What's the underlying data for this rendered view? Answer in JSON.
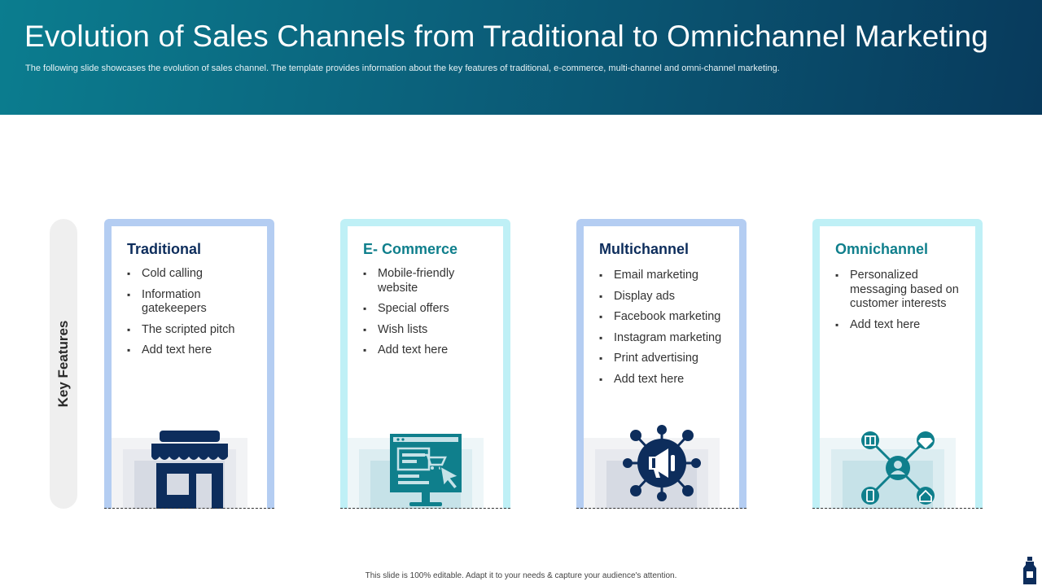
{
  "header": {
    "title": "Evolution of Sales Channels from Traditional to Omnichannel Marketing",
    "subtitle": "The following slide showcases the evolution of sales channel. The template provides information about the key features of traditional, e-commerce, multi-channel and omni-channel marketing."
  },
  "side_label": "Key Features",
  "cards": [
    {
      "title": "Traditional",
      "icon": "storefront-icon",
      "items": [
        "Cold calling",
        "Information gatekeepers",
        "The scripted pitch",
        "Add text here"
      ]
    },
    {
      "title": "E- Commerce",
      "icon": "online-shopping-monitor-icon",
      "items": [
        "Mobile-friendly website",
        "Special offers",
        "Wish lists",
        "Add text here"
      ]
    },
    {
      "title": "Multichannel",
      "icon": "megaphone-network-icon",
      "items": [
        "Email marketing",
        "Display ads",
        "Facebook marketing",
        "Instagram marketing",
        "Print advertising",
        "Add text here"
      ]
    },
    {
      "title": "Omnichannel",
      "icon": "customer-network-icon",
      "items": [
        "Personalized messaging based on customer interests",
        "Add text here"
      ]
    }
  ],
  "footer": "This slide is 100% editable.  Adapt it to your needs & capture your audience's attention.",
  "colors": {
    "header_start": "#0b7d8f",
    "header_end": "#083a5c",
    "navy": "#0d2d5c",
    "teal": "#0f7f8c",
    "card_border_blue": "#b4cdf2",
    "card_border_cyan": "#bff0f6"
  }
}
